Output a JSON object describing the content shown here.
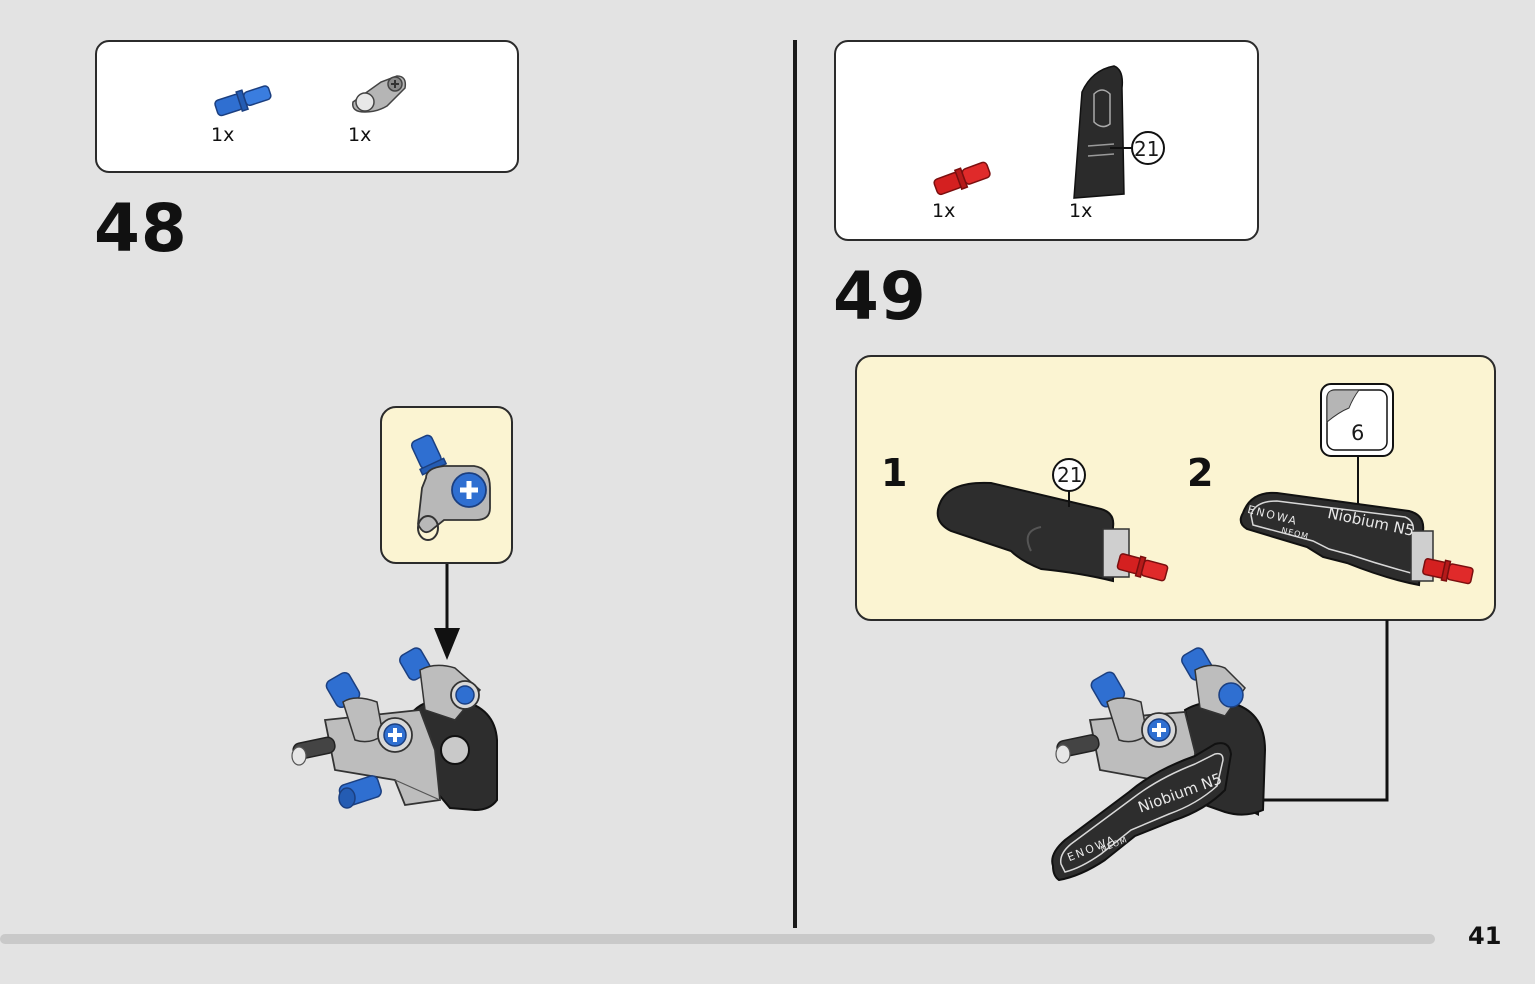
{
  "steps": [
    {
      "number": "48",
      "parts": [
        {
          "name": "blue-axle-pin",
          "qty": "1x",
          "color": "#2f6fd1"
        },
        {
          "name": "grey-axle-connector",
          "qty": "1x",
          "color": "#a8a8a8"
        }
      ]
    },
    {
      "number": "49",
      "parts": [
        {
          "name": "red-axle-pin",
          "qty": "1x",
          "color": "#d42020"
        },
        {
          "name": "black-panel",
          "qty": "1x",
          "color": "#2a2a2a"
        }
      ],
      "panel_callout_number": "21",
      "substeps": [
        {
          "label": "1",
          "callout_number": "21"
        },
        {
          "label": "2",
          "sticker_number": "6",
          "sticker_text_1": "Niobium N5",
          "sticker_text_2": "ENOWA",
          "sticker_text_3": "NEOM"
        }
      ],
      "final_sticker_text_1": "Niobium N5",
      "final_sticker_text_2": "ENOWA",
      "final_sticker_text_3": "NEOM"
    }
  ],
  "footer": {
    "page_number": "41",
    "progress_fraction": 0.0
  },
  "colors": {
    "background": "#e3e3e3",
    "callout_bg": "#fbf4d2",
    "lego_blue": "#2f6fd1",
    "lego_grey": "#a8a8a8",
    "lego_red": "#d42020",
    "lego_black": "#2a2a2a"
  }
}
